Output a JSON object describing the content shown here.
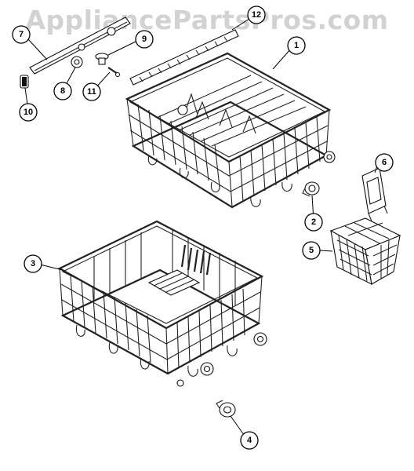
{
  "watermark": "AppliancePartsPros.com",
  "callouts": [
    {
      "id": "c1",
      "label": "1"
    },
    {
      "id": "c2",
      "label": "2"
    },
    {
      "id": "c3",
      "label": "3"
    },
    {
      "id": "c4",
      "label": "4"
    },
    {
      "id": "c5",
      "label": "5"
    },
    {
      "id": "c6",
      "label": "6"
    },
    {
      "id": "c7",
      "label": "7"
    },
    {
      "id": "c8",
      "label": "8"
    },
    {
      "id": "c9",
      "label": "9"
    },
    {
      "id": "c10",
      "label": "10"
    },
    {
      "id": "c11",
      "label": "11"
    },
    {
      "id": "c12",
      "label": "12"
    }
  ],
  "colors": {
    "line": "#222222",
    "watermark": "#d2d2d2",
    "background": "#ffffff"
  }
}
